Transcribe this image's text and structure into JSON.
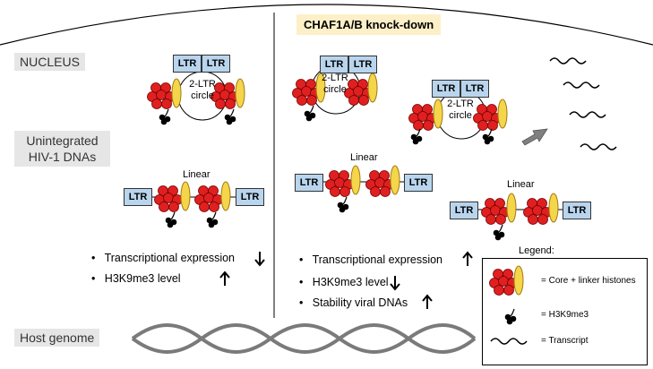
{
  "left": {
    "nucleus_label": "NUCLEUS",
    "unintegrated_line1": "Unintegrated",
    "unintegrated_line2": "HIV-1 DNAs",
    "ltr": "LTR",
    "circle_line1": "2-LTR",
    "circle_line2": "circle",
    "linear_label": "Linear",
    "bullets": [
      {
        "text": "Transcriptional expression",
        "arrow": "down"
      },
      {
        "text": "H3K9me3 level",
        "arrow": "up"
      }
    ],
    "host_genome_label": "Host genome"
  },
  "right": {
    "title": "CHAF1A/B knock-down",
    "ltr": "LTR",
    "circle_line1": "2-LTR",
    "circle_line2": "circle",
    "linear_label": "Linear",
    "bullets": [
      {
        "text": "Transcriptional expression",
        "arrow": "up"
      },
      {
        "text": "H3K9me3 level",
        "arrow": "down"
      },
      {
        "text": "Stability viral DNAs",
        "arrow": "up"
      }
    ]
  },
  "legend": {
    "title": "Legend:",
    "items": [
      {
        "icon": "nucleosome-icon",
        "text": "= Core + linker histones"
      },
      {
        "icon": "h3k9me3-icon",
        "text": "= H3K9me3"
      },
      {
        "icon": "transcript-icon",
        "text": "= Transcript"
      }
    ]
  },
  "colors": {
    "histone_red": "#e02020",
    "linker_yellow": "#f5d54a",
    "ltr_blue": "#b9d5ee",
    "kd_background": "#fdf0c8",
    "gray_label": "#e6e6e6"
  }
}
